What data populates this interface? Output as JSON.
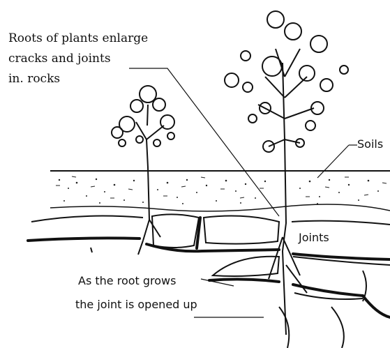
{
  "labels": {
    "roots_line1": "Roots of plants enlarge",
    "roots_line2": "cracks and joints",
    "roots_line3": "in. rocks",
    "soils": "Soils",
    "joints": "Joints",
    "root_grows_line1": "As the root grows",
    "root_grows_line2": "the joint is opened up"
  },
  "colors": {
    "ink": "#111111",
    "paper": "#ffffff"
  }
}
